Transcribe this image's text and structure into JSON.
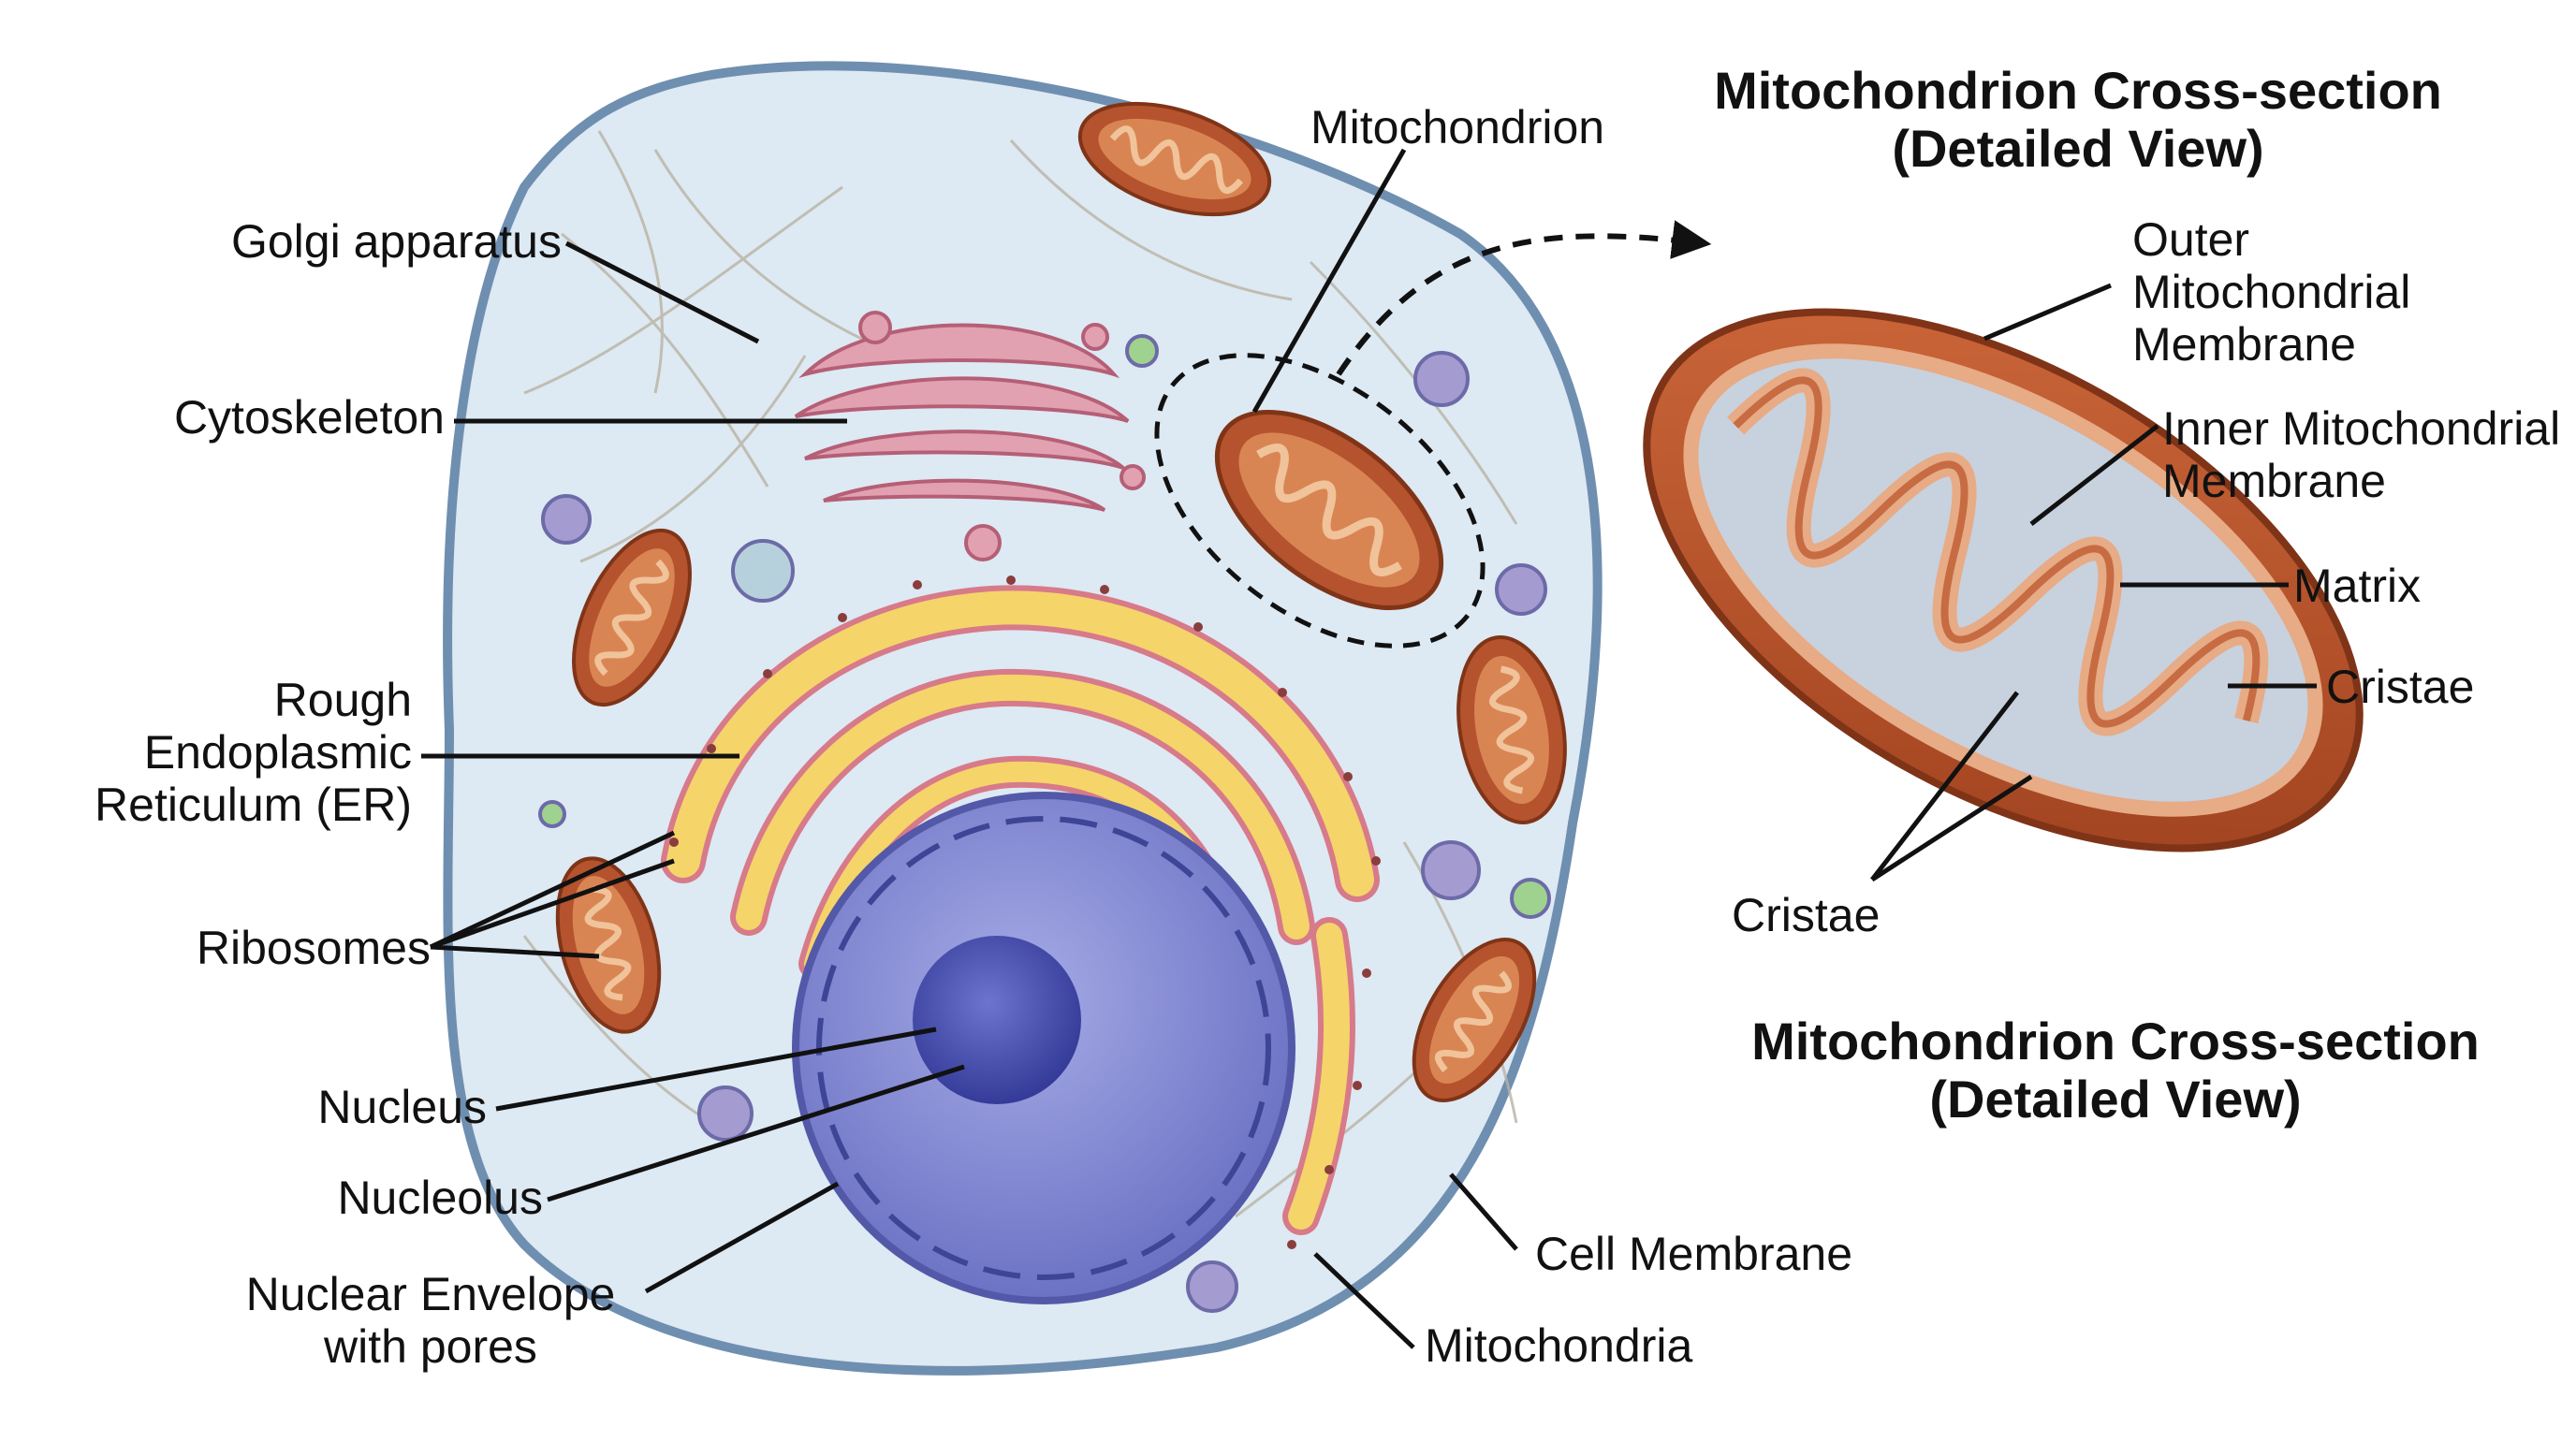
{
  "titles": {
    "top": "Mitochondrion Cross-section\n(Detailed View)",
    "bottom": "Mitochondrion Cross-section\n(Detailed View)"
  },
  "labels": {
    "golgi": "Golgi apparatus",
    "cytoskeleton": "Cytoskeleton",
    "rough_er": "Rough\nEndoplasmic\nReticulum (ER)",
    "ribosomes": "Ribosomes",
    "nucleus": "Nucleus",
    "nucleolus": "Nucleolus",
    "nuclear_envelope": "Nuclear Envelope\nwith pores",
    "mitochondrion": "Mitochondrion",
    "cell_membrane": "Cell Membrane",
    "mitochondria": "Mitochondria",
    "outer_membrane": "Outer\nMitochondrial\nMembrane",
    "inner_membrane": "Inner Mitochondrial\nMembrane",
    "matrix": "Matrix",
    "cristae_right": "Cristae",
    "cristae_bottom": "Cristae"
  },
  "colors": {
    "cytoplasm": "#dde9f3",
    "cell_membrane": "#6f8fb1",
    "nucleus": "#7f86d0",
    "nucleolus": "#4a52ad",
    "er": "#f5d46a",
    "er_membrane": "#d77a8a",
    "golgi": "#d9879b",
    "mito_outer": "#b4532d",
    "mito_inner": "#e7ab85",
    "vesicle": "#a49bd0"
  }
}
